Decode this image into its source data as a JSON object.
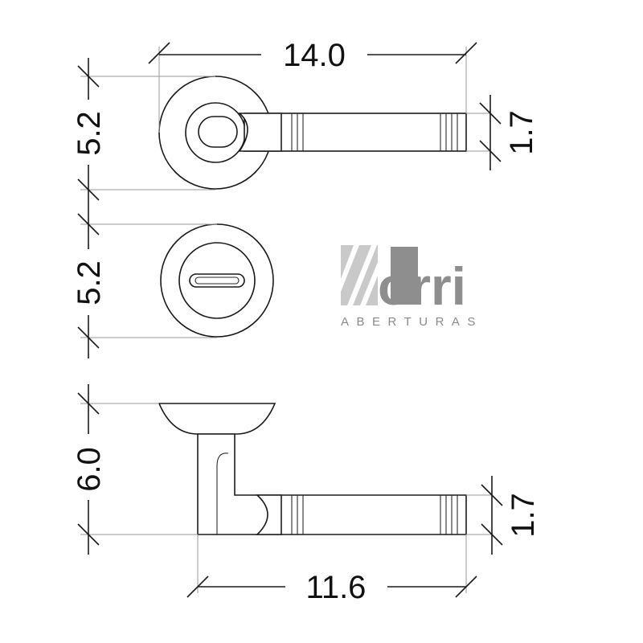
{
  "drawing": {
    "dimensions": {
      "total_width": "14.0",
      "rose_height": "5.2",
      "escutcheon_height": "5.2",
      "projection": "6.0",
      "lever_height_top": "1.7",
      "lever_height_side": "1.7",
      "lever_length": "11.6"
    }
  },
  "logo": {
    "name": "Torri",
    "tagline": "ABERTURAS",
    "colors": {
      "light": "#c9c9c9",
      "dark": "#8e8e8e",
      "text": "#8a8a8a"
    }
  }
}
